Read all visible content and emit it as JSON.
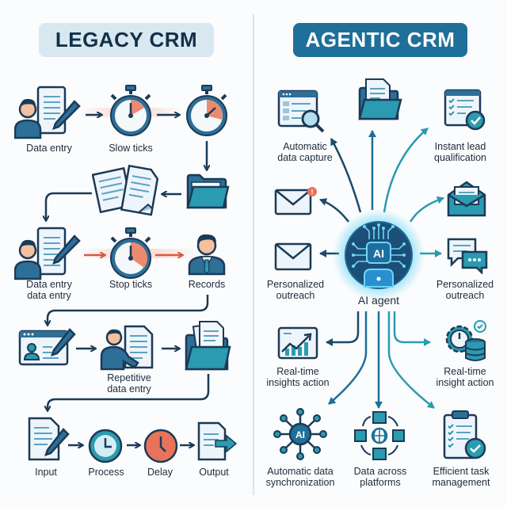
{
  "colors": {
    "navy": "#1b3a57",
    "teal": "#2a9bb0",
    "blue": "#1e6f99",
    "light_fill": "#e3eff6",
    "red_accent": "#e8735a",
    "divider": "#dbe4ea"
  },
  "legacy": {
    "title": "LEGACY CRM",
    "row1": [
      {
        "icon": "person-document-pen-icon",
        "label": "Data entry"
      },
      {
        "icon": "stopwatch-icon",
        "label": "Slow ticks"
      },
      {
        "icon": "stopwatch-icon",
        "label": ""
      }
    ],
    "row2": [
      {
        "icon": "papers-icon",
        "label": ""
      },
      {
        "icon": "folder-icon",
        "label": ""
      }
    ],
    "row3": [
      {
        "icon": "person-document-pen-icon",
        "label_line1": "Data entry",
        "label_line2": "data entry"
      },
      {
        "icon": "stopwatch-icon",
        "label": "Stop ticks"
      },
      {
        "icon": "businessman-icon",
        "label": "Records"
      }
    ],
    "row4": [
      {
        "icon": "profile-window-pen-icon",
        "label": ""
      },
      {
        "icon": "person-writing-icon",
        "label_line1": "Repetitive",
        "label_line2": "data entry"
      },
      {
        "icon": "folder-documents-icon",
        "label": ""
      }
    ],
    "row5": [
      {
        "icon": "document-pen-icon",
        "label": "Input"
      },
      {
        "icon": "clock-teal-icon",
        "label": "Process"
      },
      {
        "icon": "clock-red-icon",
        "label": "Delay"
      },
      {
        "icon": "document-export-icon",
        "label": "Output"
      }
    ]
  },
  "agentic": {
    "title": "AGENTIC CRM",
    "center": {
      "icon": "ai-robot-icon",
      "badge": "AI",
      "label": "AI agent"
    },
    "nodes": [
      {
        "id": "capture",
        "icon": "browser-magnifier-icon",
        "label_line1": "Automatic",
        "label_line2": "data capture"
      },
      {
        "id": "folder",
        "icon": "folder-document-icon",
        "label_line1": "",
        "label_line2": ""
      },
      {
        "id": "lead",
        "icon": "checklist-check-icon",
        "label_line1": "Instant lead",
        "label_line2": "qualification"
      },
      {
        "id": "mail-alert",
        "icon": "envelope-alert-icon",
        "label_line1": "",
        "label_line2": ""
      },
      {
        "id": "mail-open",
        "icon": "envelope-open-icon",
        "label_line1": "",
        "label_line2": ""
      },
      {
        "id": "outreach-left",
        "icon": "envelope-icon",
        "label_line1": "Personalized",
        "label_line2": "outreach"
      },
      {
        "id": "outreach-right",
        "icon": "chat-bubbles-icon",
        "label_line1": "Personalized",
        "label_line2": "outreach"
      },
      {
        "id": "insights-left",
        "icon": "chart-growth-icon",
        "label_line1": "Real-time",
        "label_line2": "insights action"
      },
      {
        "id": "insights-right",
        "icon": "gear-database-icon",
        "label_line1": "Real-time",
        "label_line2": "insight action"
      },
      {
        "id": "sync",
        "icon": "ai-network-icon",
        "badge": "AI",
        "label_line1": "Automatic data",
        "label_line2": "synchronization"
      },
      {
        "id": "platforms",
        "icon": "globe-cycle-icon",
        "label_line1": "Data across",
        "label_line2": "platforms"
      },
      {
        "id": "tasks",
        "icon": "clipboard-check-icon",
        "label_line1": "Efficient task",
        "label_line2": "management"
      }
    ]
  }
}
